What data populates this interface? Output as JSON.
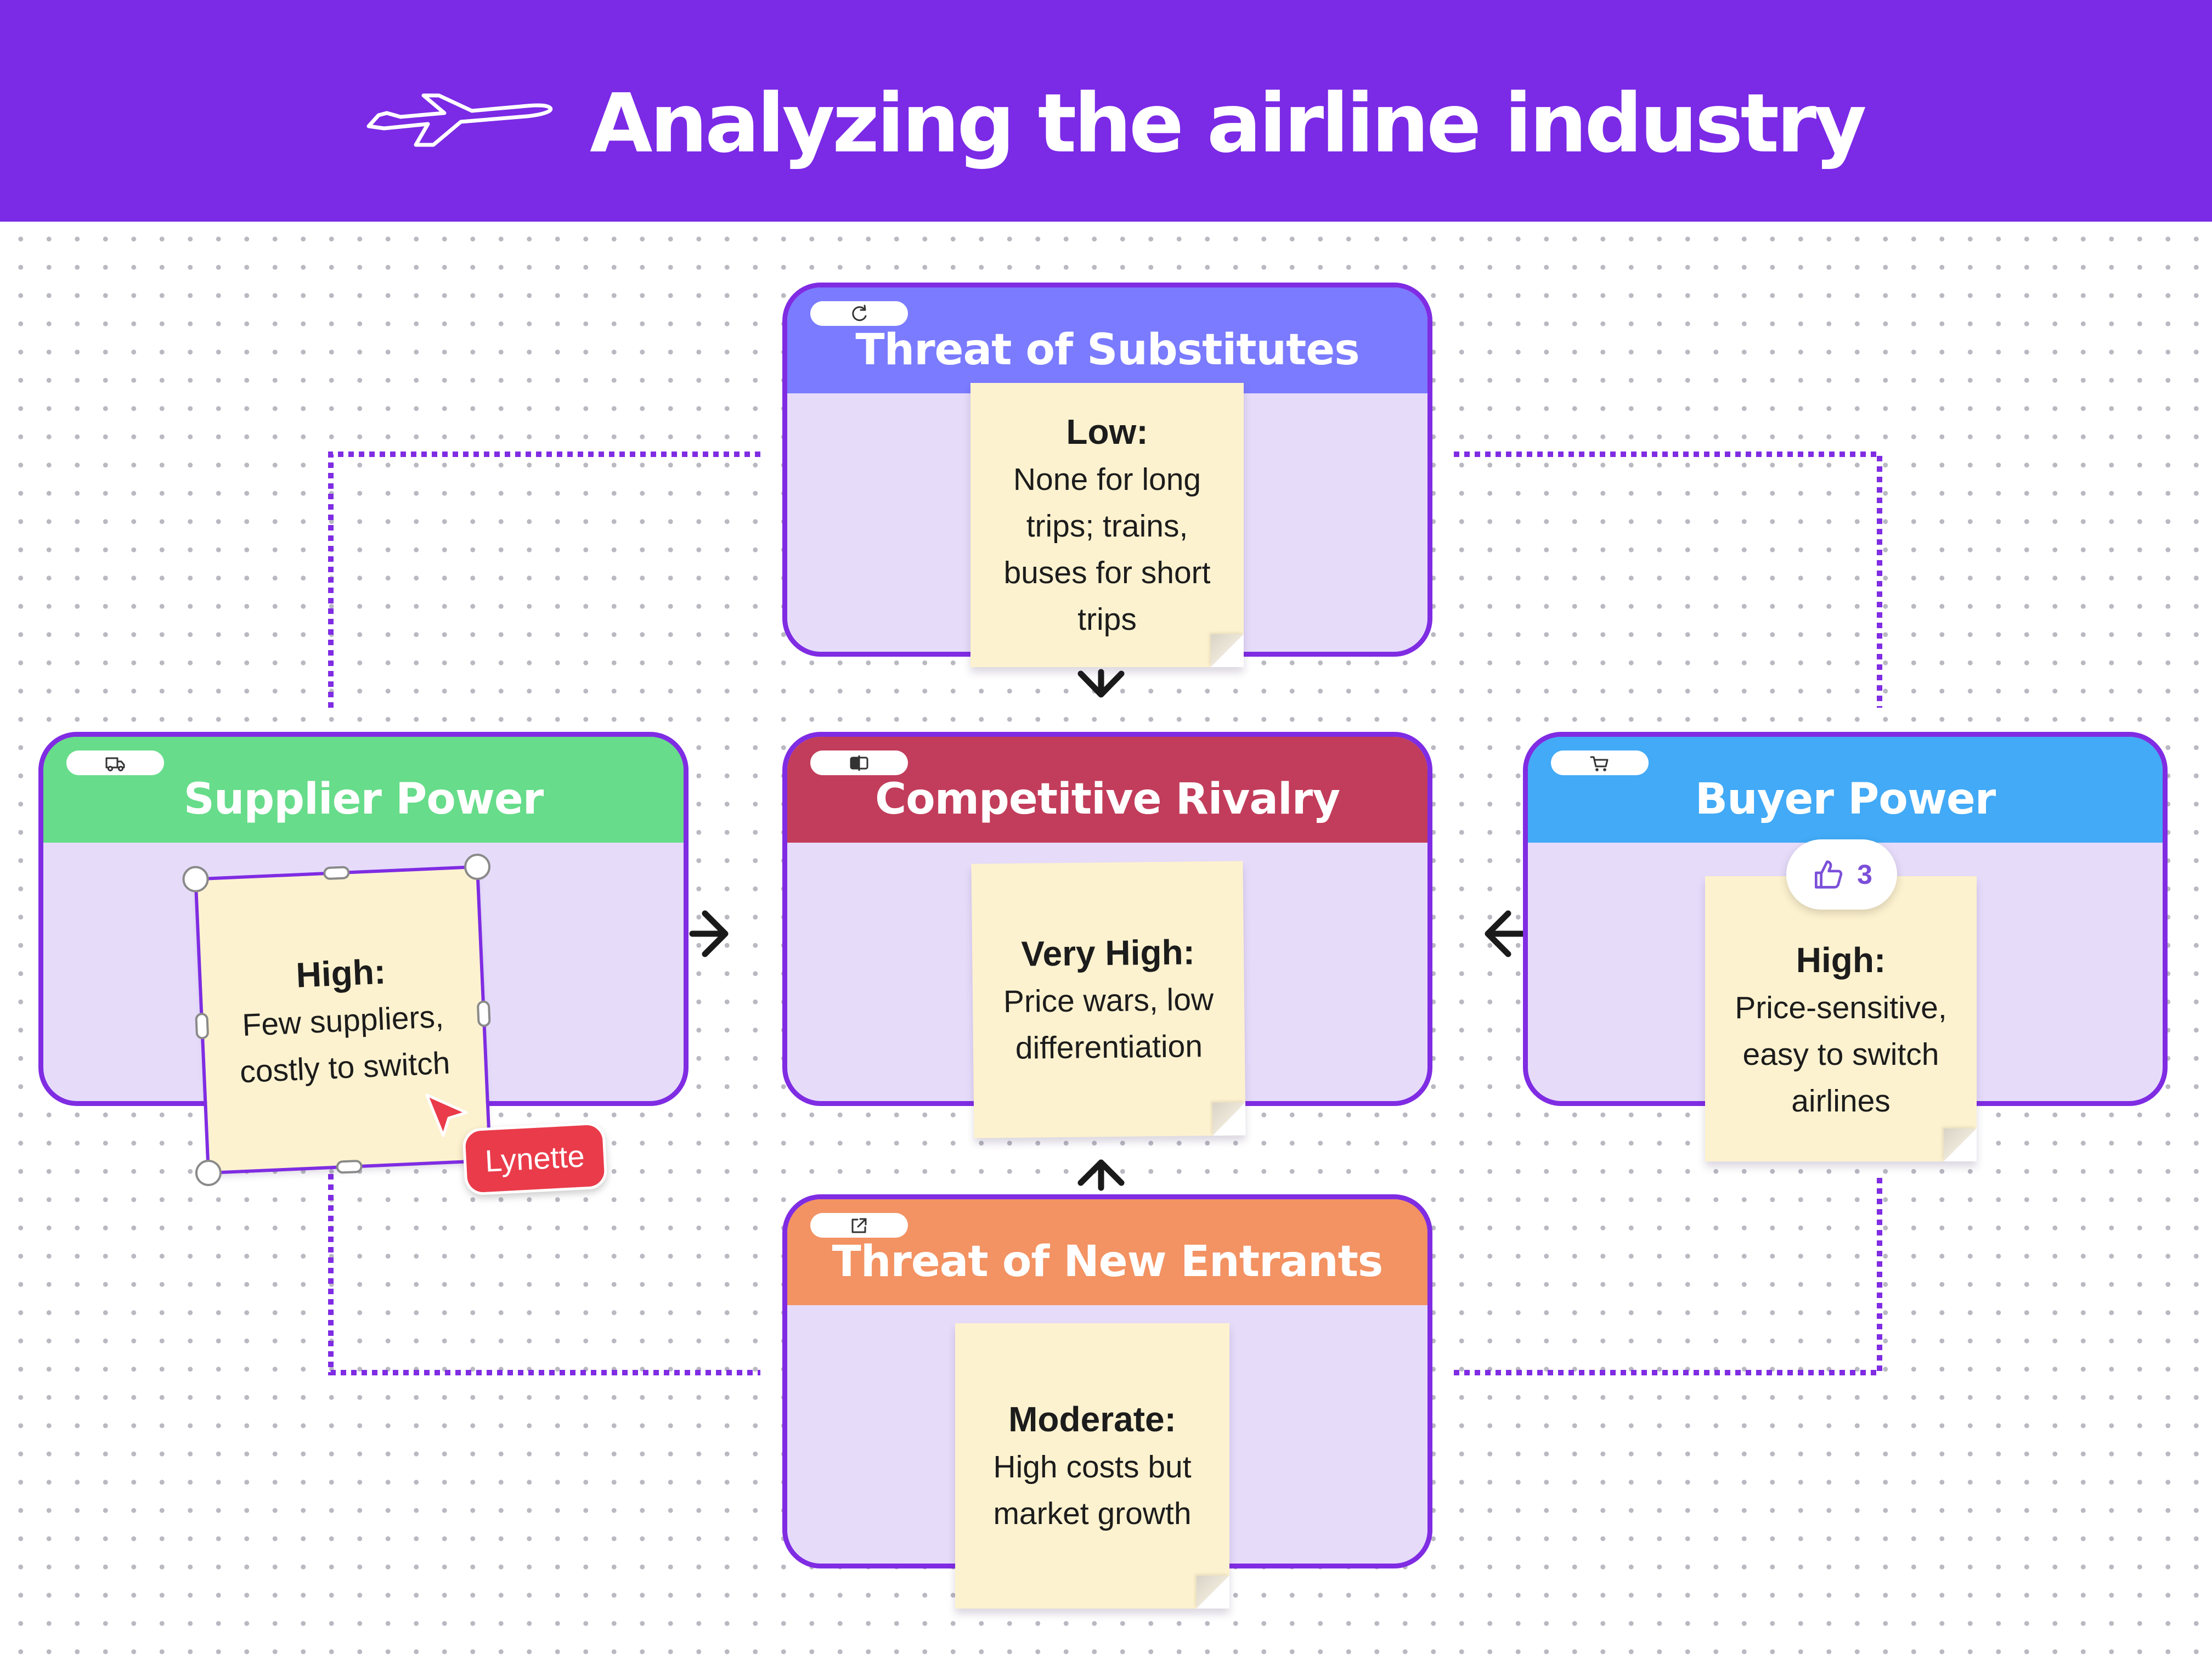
{
  "title": "Analyzing the airline industry",
  "colors": {
    "banner": "#7b2ae6",
    "card_border": "#7f2ce3",
    "card_body": "#e6dcfa",
    "note": "#fdf2cf",
    "connector": "#7f2ce3"
  },
  "cards": {
    "substitutes": {
      "title": "Threat of Substitutes",
      "header_color": "#7a7bff",
      "icon": "refresh-icon"
    },
    "supplier": {
      "title": "Supplier Power",
      "header_color": "#67dc8a",
      "icon": "truck-icon"
    },
    "rivalry": {
      "title": "Competitive Rivalry",
      "header_color": "#c23d5b",
      "icon": "split-view-icon"
    },
    "buyer": {
      "title": "Buyer Power",
      "header_color": "#42aaf6",
      "icon": "cart-icon"
    },
    "entrants": {
      "title": "Threat of New Entrants",
      "header_color": "#f39262",
      "icon": "external-link-icon"
    }
  },
  "notes": {
    "substitutes": {
      "level": "Low:",
      "lines": [
        "None for long",
        "trips; trains,",
        "buses for short",
        "trips"
      ]
    },
    "supplier": {
      "level": "High:",
      "lines": [
        "Few suppliers,",
        "costly to switch"
      ]
    },
    "rivalry": {
      "level": "Very High:",
      "lines": [
        "Price wars, low",
        "differentiation"
      ]
    },
    "buyer": {
      "level": "High:",
      "lines": [
        "Price-sensitive,",
        "easy to switch",
        "airlines"
      ]
    },
    "entrants": {
      "level": "Moderate:",
      "lines": [
        "High costs but",
        "market growth"
      ]
    }
  },
  "reaction": {
    "icon": "thumbs-up-icon",
    "count": "3"
  },
  "cursor": {
    "user": "Lynette",
    "color": "#ea3b4a"
  }
}
